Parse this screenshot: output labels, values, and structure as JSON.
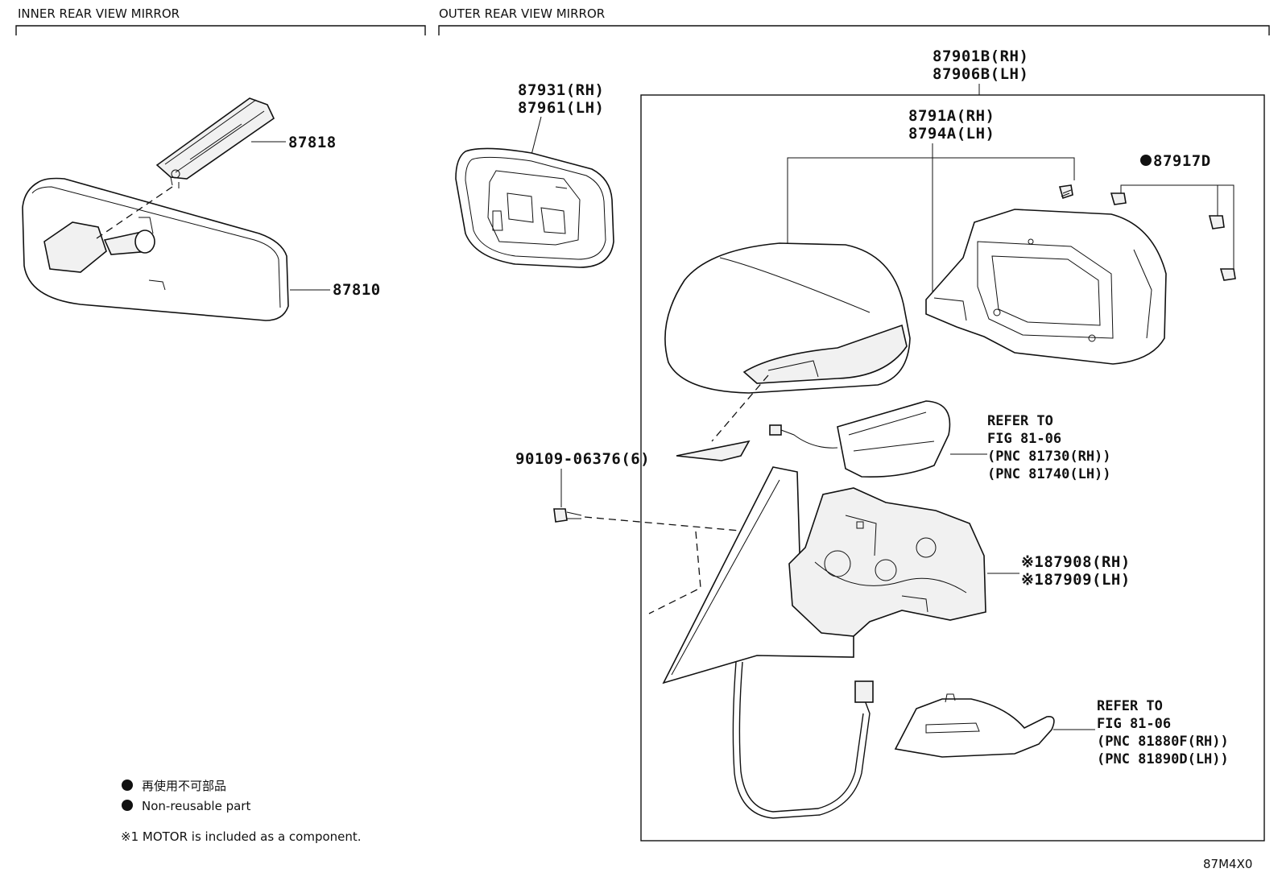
{
  "sections": {
    "inner_title": "INNER REAR VIEW MIRROR",
    "outer_title": "OUTER REAR VIEW MIRROR"
  },
  "parts": {
    "p87818": "87818",
    "p87810": "87810",
    "p87931_rh": "87931(RH)",
    "p87961_lh": "87961(LH)",
    "p87901b_rh": "87901B(RH)",
    "p87906b_lh": "87906B(LH)",
    "p8791a_rh": "8791A(RH)",
    "p8794a_lh": "8794A(LH)",
    "p87917d": "87917D",
    "p90109": "90109-06376(6)",
    "p87908_rh": "※187908(RH)",
    "p87909_lh": "※187909(LH)"
  },
  "refs": {
    "ref1": [
      "REFER TO",
      "FIG 81-06",
      "(PNC 81730(RH))",
      "(PNC 81740(LH))"
    ],
    "ref2": [
      "REFER TO",
      "FIG 81-06",
      "(PNC 81880F(RH))",
      "(PNC 81890D(LH))"
    ]
  },
  "legend": {
    "jp": "再使用不可部品",
    "en": "Non-reusable part",
    "note": "※1 MOTOR is included as a component."
  },
  "diagram_code": "87M4X0"
}
